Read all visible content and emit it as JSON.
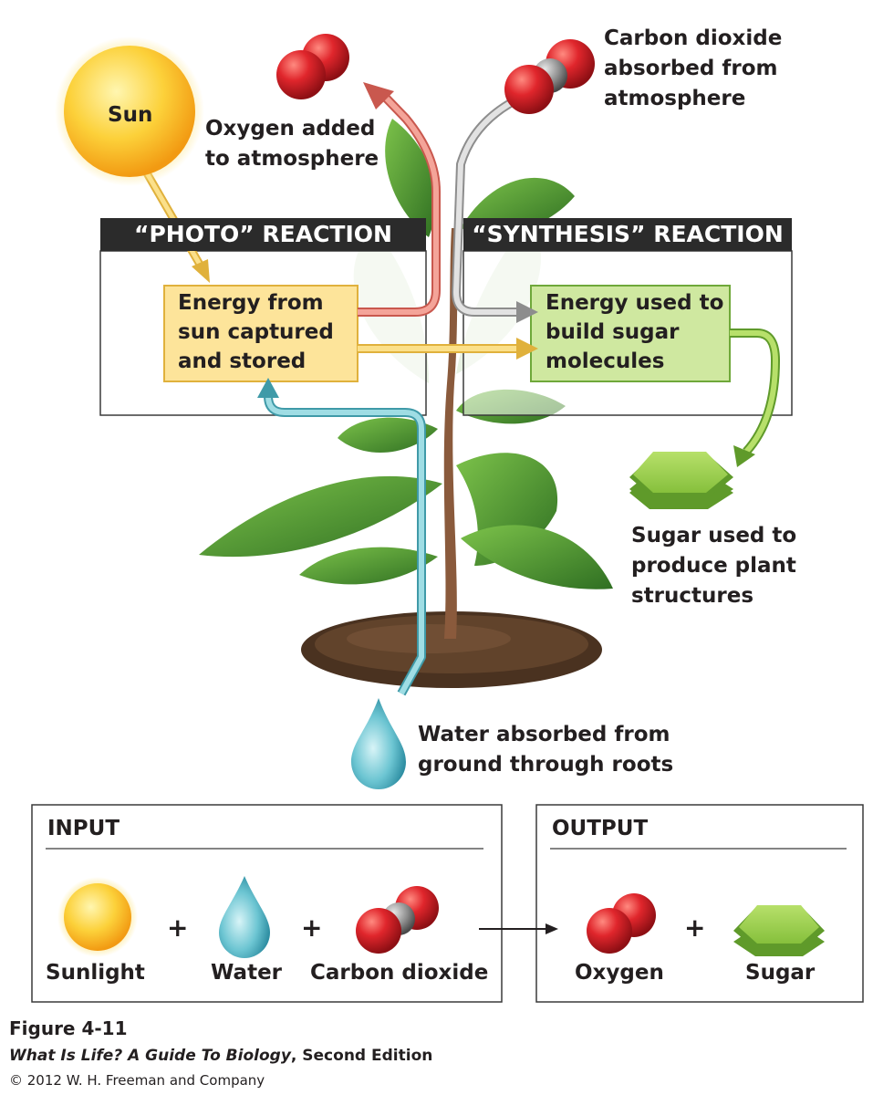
{
  "labels": {
    "sun": "Sun",
    "oxygen_added": [
      "Oxygen added",
      "to atmosphere"
    ],
    "co2_absorbed": [
      "Carbon dioxide",
      "absorbed from",
      "atmosphere"
    ],
    "photo_header": "“PHOTO” REACTION",
    "synthesis_header": "“SYNTHESIS” REACTION",
    "energy_captured": [
      "Energy from",
      "sun captured",
      "and stored"
    ],
    "energy_used": [
      "Energy used to",
      "build sugar",
      "molecules"
    ],
    "sugar_used": [
      "Sugar used to",
      "produce plant",
      "structures"
    ],
    "water_absorbed": [
      "Water absorbed from",
      "ground through roots"
    ]
  },
  "input_box": {
    "title": "INPUT",
    "items": [
      "Sunlight",
      "Water",
      "Carbon dioxide"
    ],
    "plus": "+"
  },
  "output_box": {
    "title": "OUTPUT",
    "items": [
      "Oxygen",
      "Sugar"
    ],
    "plus": "+"
  },
  "caption": {
    "figure": "Figure 4-11",
    "book_title": "What Is Life? A Guide To Biology",
    "edition": ", Second Edition",
    "copyright": "© 2012 W. H. Freeman and Company"
  },
  "colors": {
    "sun": "#f5b21a",
    "oxygen_arrow": "#f08a7e",
    "co2_arrow": "#c9c9c9",
    "energy_arrow": "#f9c74f",
    "water_arrow": "#7fcfd6",
    "sugar_arrow": "#8cc63f",
    "photo_box_fill": "#fde49a",
    "synthesis_box_fill": "#cfe8a0",
    "header_bg": "#2b2b2b",
    "molecule_red": "#d1232a",
    "molecule_gray": "#8a8a8a",
    "sugar_green": "#8cc63f",
    "leaf_green": "#3f8a2a",
    "stem_brown": "#8a5a3c",
    "soil": "#4a3220"
  }
}
